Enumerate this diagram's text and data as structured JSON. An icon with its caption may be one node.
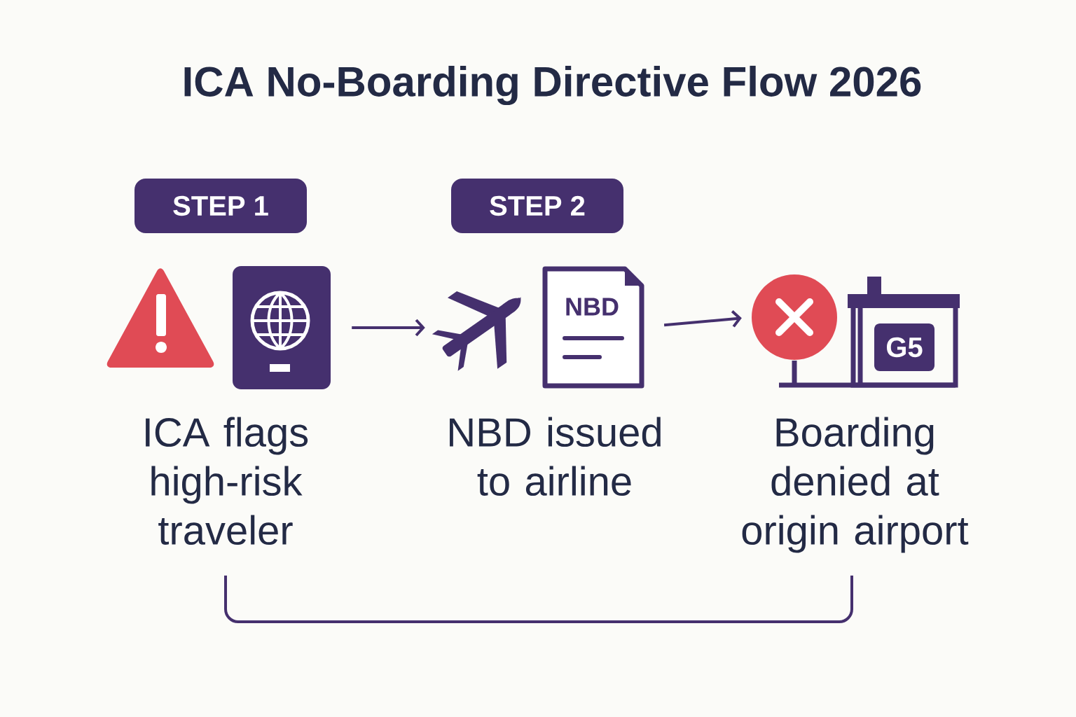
{
  "diagram": {
    "title": "ICA No-Boarding Directive Flow 2026",
    "nodes": [
      {
        "text": [
          "STEP 1"
        ]
      },
      {
        "text": [
          "STEP 2"
        ]
      },
      {
        "text": [],
        "shape": "picture"
      },
      {
        "text": [],
        "shape": "picture"
      },
      {
        "text": [
          "NBD"
        ]
      },
      {
        "text": [],
        "shape": "circle"
      },
      {
        "text": [
          "G5"
        ]
      }
    ],
    "edges": [
      {
        "from": 2,
        "to": 3,
        "arrow": "to"
      },
      {
        "from": 4,
        "to": 5,
        "arrow": "to"
      }
    ],
    "labels": [
      "ICA flags high-risk traveler",
      "NBD issued to airline",
      "Boarding denied at origin airport"
    ]
  }
}
